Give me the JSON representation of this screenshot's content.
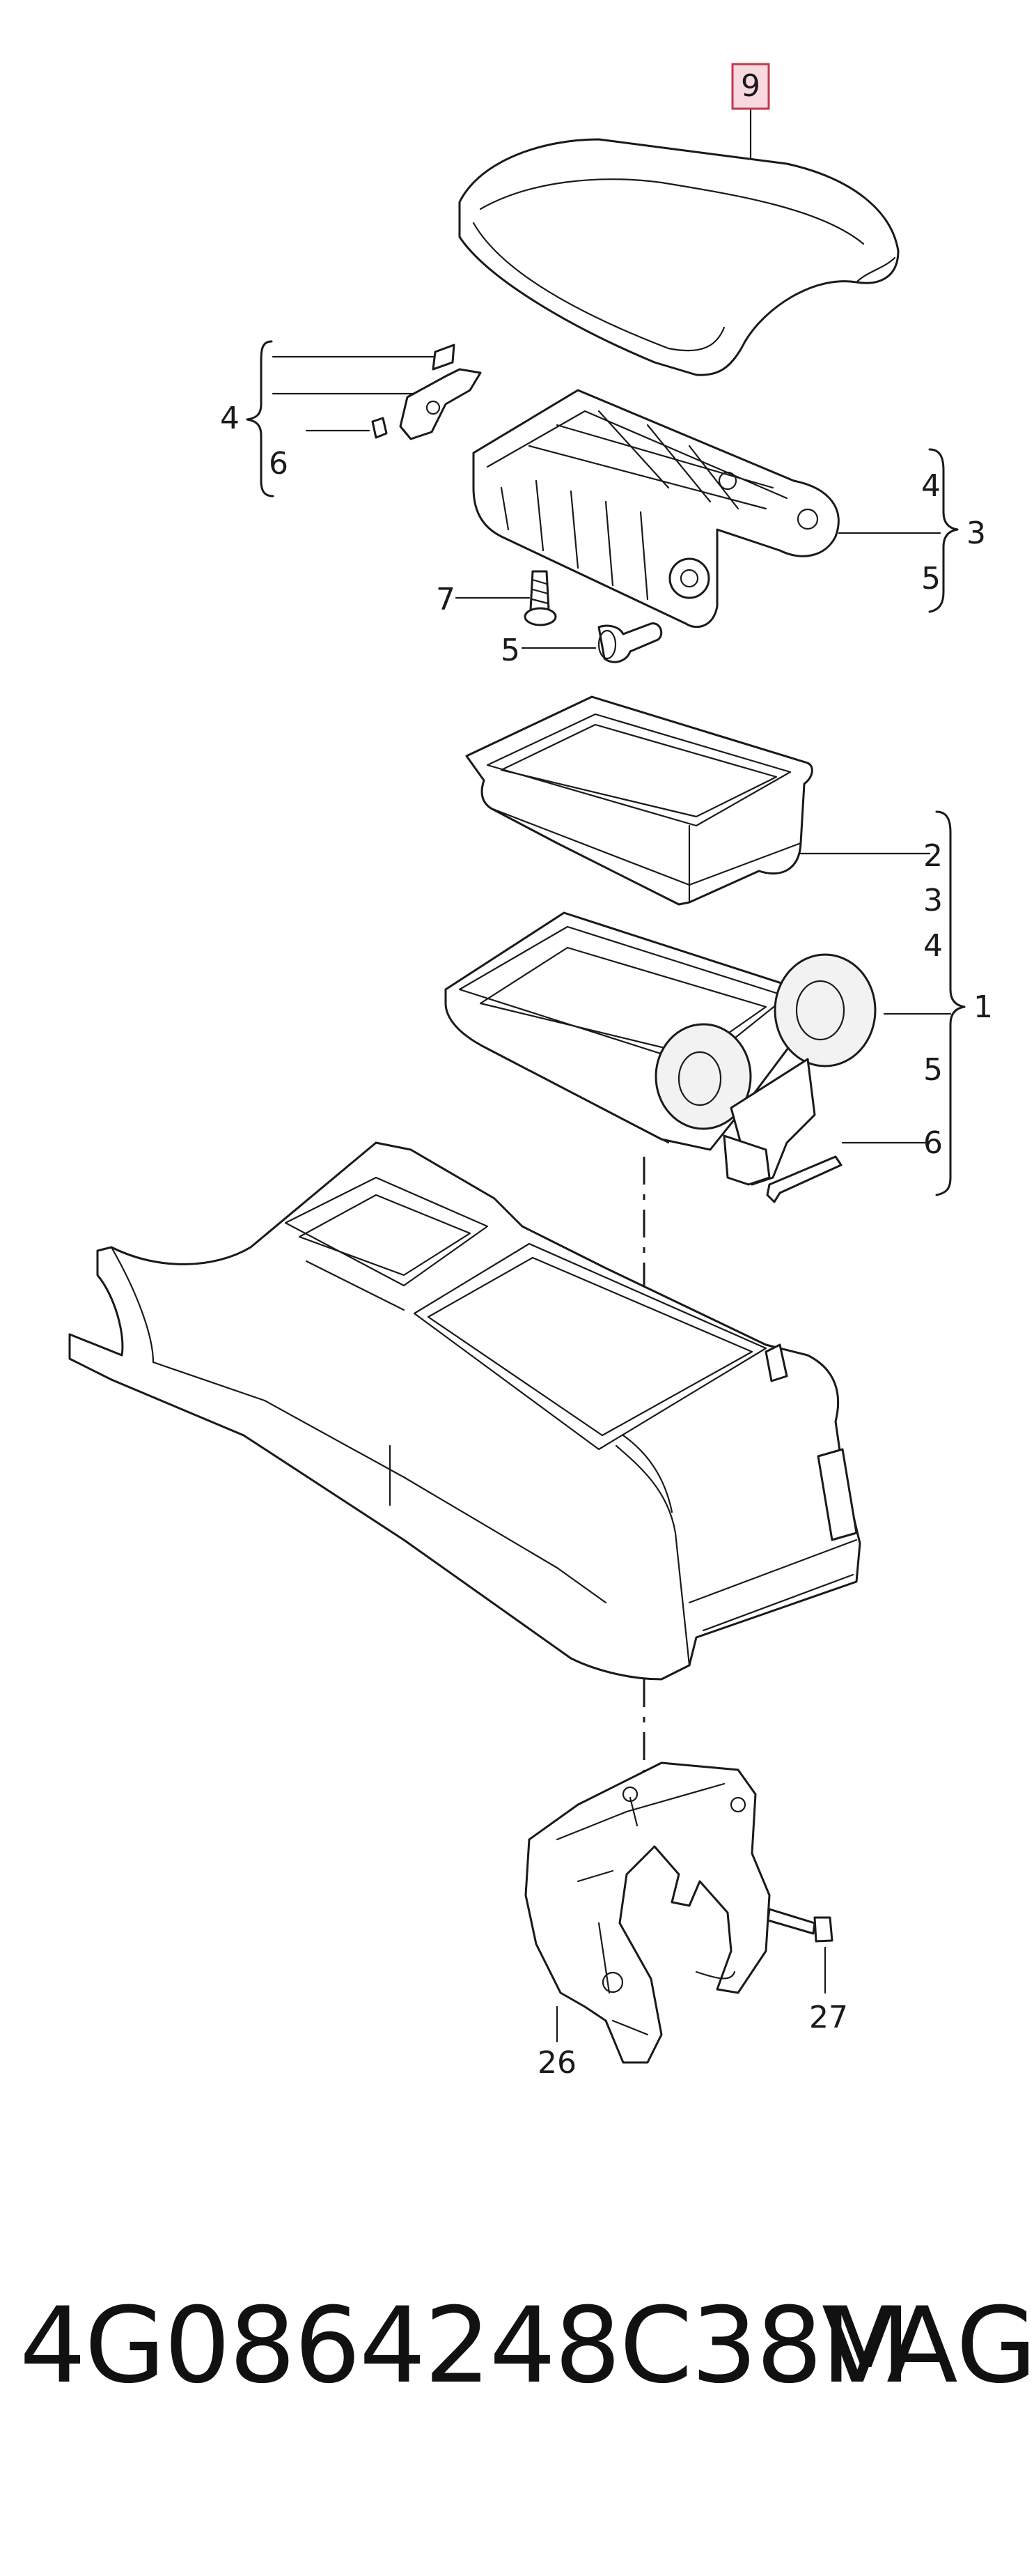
{
  "callouts": {
    "armrest_top": "9",
    "bracket_group_left_top": "4",
    "bracket_group_left_bottom": "6",
    "screw_left": "7",
    "pin_left": "5",
    "hinge_group_right_top": "4",
    "hinge_group_right_bottom": "5",
    "hinge_group_right_label": "3",
    "tray_2": "2",
    "tray_3": "3",
    "tray_4": "4",
    "storage_label": "1",
    "storage_5": "5",
    "storage_6": "6",
    "console_bracket": "26",
    "bolt": "27"
  },
  "footer": {
    "part_number": "4G0864248C38M",
    "brand": "VAG"
  },
  "colors": {
    "line": "#1a1a1a",
    "highlight_box_border": "#c0394b",
    "highlight_box_fill": "#f7d9df"
  }
}
